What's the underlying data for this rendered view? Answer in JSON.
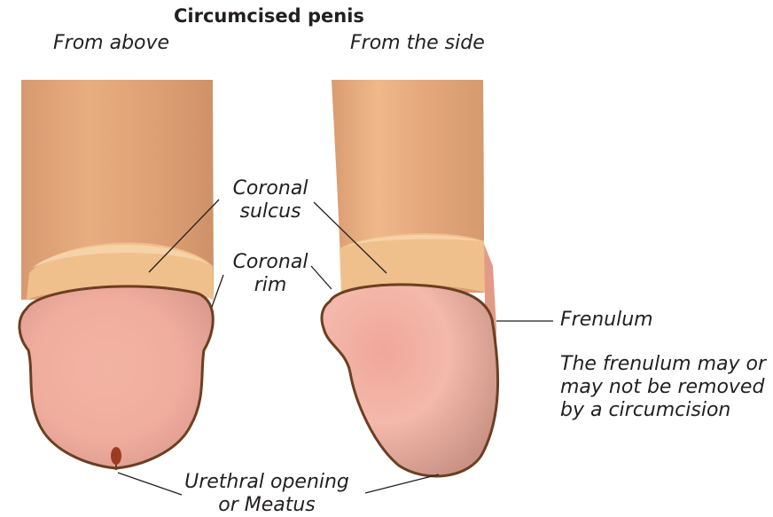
{
  "title": "Circumcised penis",
  "views": {
    "above": "From above",
    "side": "From the side"
  },
  "labels": {
    "coronal_sulcus_1": "Coronal",
    "coronal_sulcus_2": "sulcus",
    "coronal_rim_1": "Coronal",
    "coronal_rim_2": "rim",
    "frenulum": "Frenulum",
    "note_1": "The frenulum may or",
    "note_2": "may not be removed",
    "note_3": "by a circumcision",
    "meatus_1": "Urethral opening",
    "meatus_2": "or Meatus"
  },
  "colors": {
    "shaft": "#dfa276",
    "shaft_light": "#eebb8c",
    "collar": "#f2c391",
    "glans": "#f2b2a2",
    "glans_dark": "#d4958a",
    "outline": "#6b3f22",
    "meatus": "#9c3b20",
    "frenulum": "#e39a86"
  }
}
